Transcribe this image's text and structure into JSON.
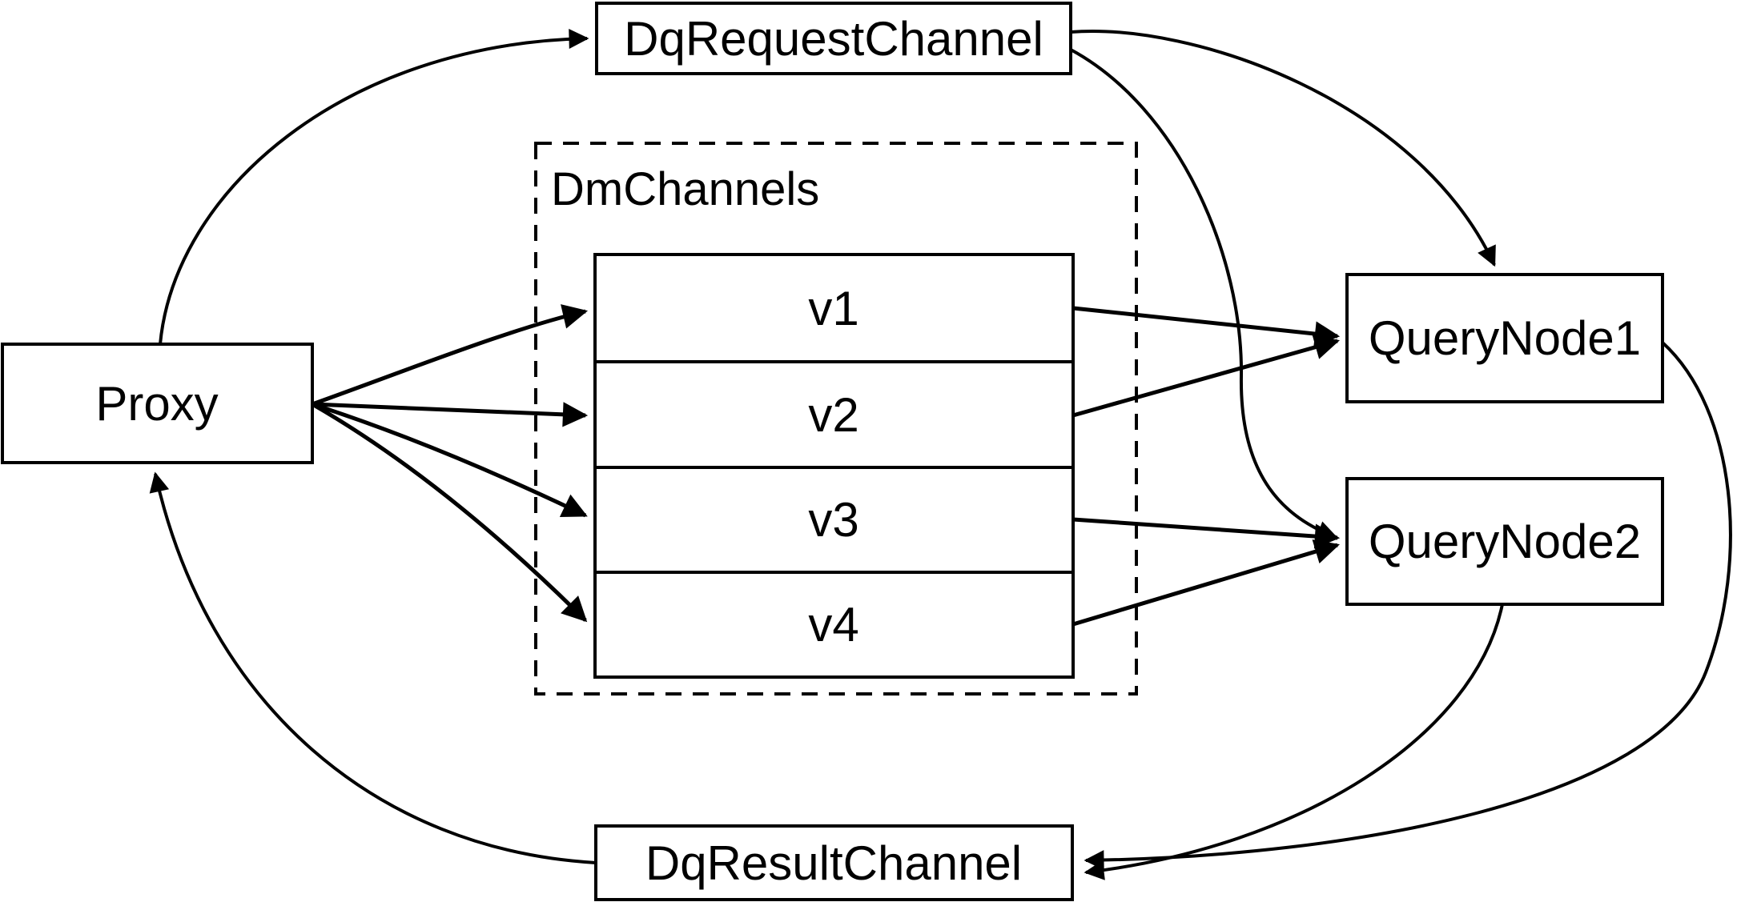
{
  "diagram": {
    "background_color": "#ffffff",
    "line_color": "#000000",
    "nodes": {
      "proxy": {
        "label": "Proxy"
      },
      "dq_request_channel": {
        "label": "DqRequestChannel"
      },
      "dm_channels_group": {
        "label": "DmChannels"
      },
      "channels": [
        {
          "label": "v1"
        },
        {
          "label": "v2"
        },
        {
          "label": "v3"
        },
        {
          "label": "v4"
        }
      ],
      "query_node_1": {
        "label": "QueryNode1"
      },
      "query_node_2": {
        "label": "QueryNode2"
      },
      "dq_result_channel": {
        "label": "DqResultChannel"
      }
    },
    "edges": [
      {
        "from": "Proxy",
        "to": "DqRequestChannel"
      },
      {
        "from": "Proxy",
        "to": "v1"
      },
      {
        "from": "Proxy",
        "to": "v2"
      },
      {
        "from": "Proxy",
        "to": "v3"
      },
      {
        "from": "Proxy",
        "to": "v4"
      },
      {
        "from": "v1",
        "to": "QueryNode1"
      },
      {
        "from": "v2",
        "to": "QueryNode1"
      },
      {
        "from": "v3",
        "to": "QueryNode2"
      },
      {
        "from": "v4",
        "to": "QueryNode2"
      },
      {
        "from": "DqRequestChannel",
        "to": "QueryNode1"
      },
      {
        "from": "DqRequestChannel",
        "to": "QueryNode2"
      },
      {
        "from": "QueryNode1",
        "to": "DqResultChannel"
      },
      {
        "from": "QueryNode2",
        "to": "DqResultChannel"
      },
      {
        "from": "DqResultChannel",
        "to": "Proxy"
      }
    ]
  }
}
